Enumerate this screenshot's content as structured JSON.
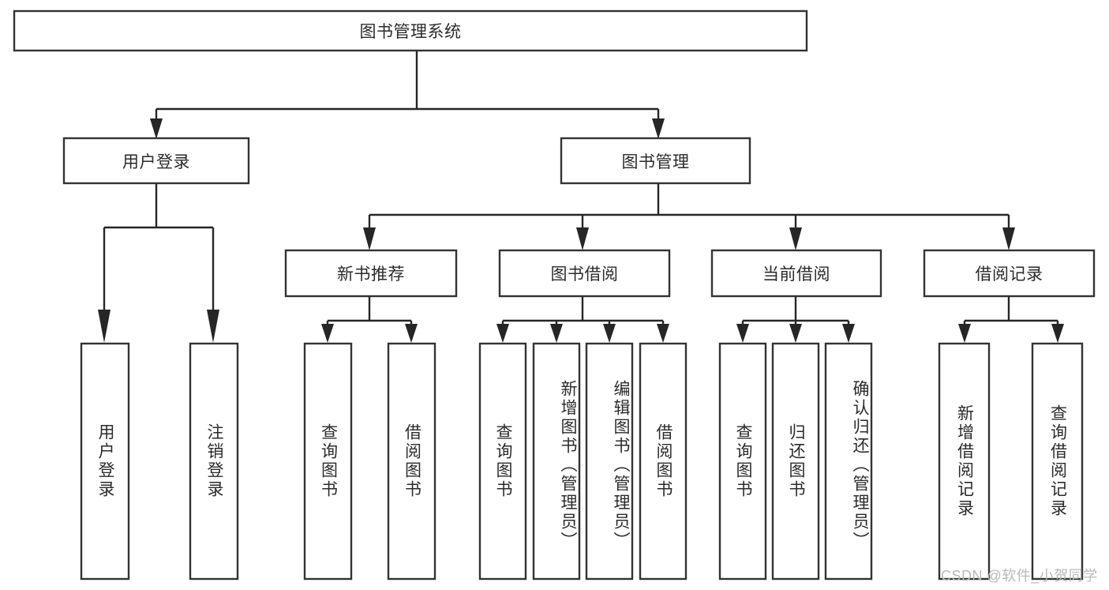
{
  "diagram": {
    "type": "tree",
    "title": "图书管理系统",
    "root": {
      "label": "图书管理系统"
    },
    "level2": [
      {
        "label": "用户登录"
      },
      {
        "label": "图书管理"
      }
    ],
    "level3": [
      {
        "label": "新书推荐"
      },
      {
        "label": "图书借阅"
      },
      {
        "label": "当前借阅"
      },
      {
        "label": "借阅记录"
      }
    ],
    "leaves": [
      {
        "label": "用户登录",
        "parent": "用户登录"
      },
      {
        "label": "注销登录",
        "parent": "用户登录"
      },
      {
        "label": "查询图书",
        "parent": "新书推荐"
      },
      {
        "label": "借阅图书",
        "parent": "新书推荐"
      },
      {
        "label": "查询图书",
        "parent": "图书借阅"
      },
      {
        "label": "新增图书（管理员）",
        "parent": "图书借阅"
      },
      {
        "label": "编辑图书（管理员）",
        "parent": "图书借阅"
      },
      {
        "label": "借阅图书",
        "parent": "图书借阅"
      },
      {
        "label": "查询图书",
        "parent": "当前借阅"
      },
      {
        "label": "归还图书",
        "parent": "当前借阅"
      },
      {
        "label": "确认归还（管理员）",
        "parent": "当前借阅"
      },
      {
        "label": "新增借阅记录",
        "parent": "借阅记录"
      },
      {
        "label": "查询借阅记录",
        "parent": "借阅记录"
      }
    ],
    "colors": {
      "box_fill": "#ffffff",
      "box_stroke": "#333333",
      "connector": "#262626",
      "text": "#2b2b2b",
      "watermark": "#b9b9b9"
    }
  },
  "watermark": {
    "text": "CSDN @软件_小贺同学"
  }
}
